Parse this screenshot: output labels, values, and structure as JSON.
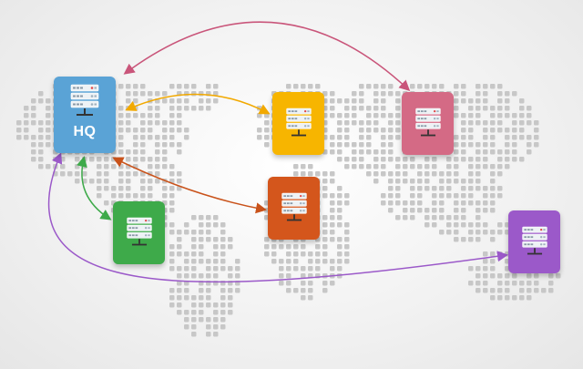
{
  "hq": {
    "label": "HQ",
    "color": "#5aa3d6"
  },
  "sites": [
    {
      "id": "yellow",
      "color": "#f7b500"
    },
    {
      "id": "pink",
      "color": "#d46a85"
    },
    {
      "id": "orange",
      "color": "#d4561c"
    },
    {
      "id": "green",
      "color": "#3eaa4a"
    },
    {
      "id": "purple",
      "color": "#9b59c9"
    }
  ],
  "icon": "server-rack-icon",
  "link_colors": {
    "pink": "#c9557a",
    "yellow": "#f2a900",
    "orange": "#c9521a",
    "green": "#3eaa4a",
    "purple": "#9b59c9"
  },
  "map_dot_color": "#c7c7c7"
}
